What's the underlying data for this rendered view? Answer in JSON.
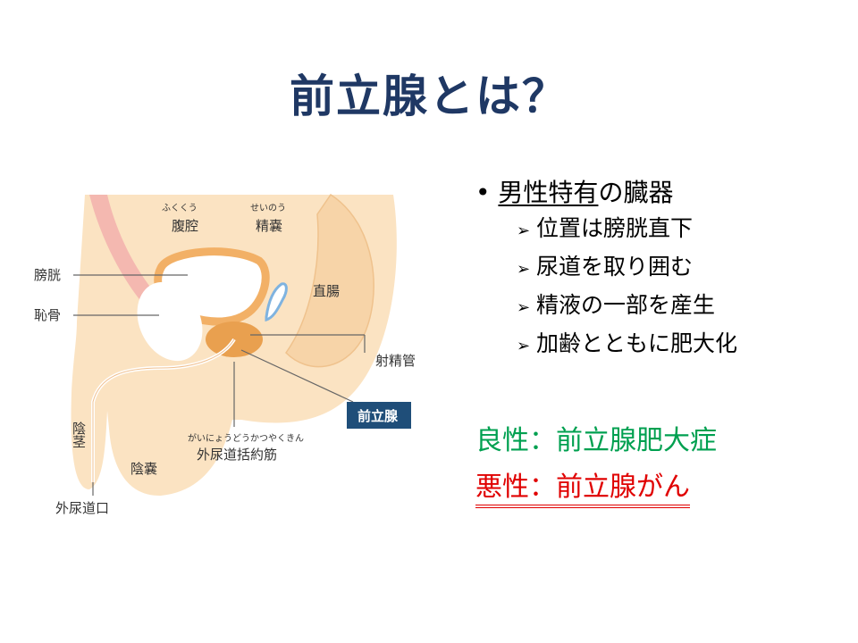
{
  "title": "前立腺とは？",
  "diagram": {
    "labels": {
      "fukuku_ruby": "ふくくう",
      "fukuku": "腹腔",
      "seino_ruby": "せいのう",
      "seino": "精嚢",
      "bokou": "膀胱",
      "chiko": "恥骨",
      "chokucho": "直腸",
      "shaseikan": "射精管",
      "zenritsusen": "前立腺",
      "inkei": "陰茎",
      "innou": "陰嚢",
      "gainyodo_ruby": "がいにょうどうかつやくきん",
      "gainyodo": "外尿道括約筋",
      "gainyodoko": "外尿道口"
    }
  },
  "bullets": {
    "main_underlined": "男性特有",
    "main_rest": "の臓器",
    "arrow": "➢",
    "items": [
      "位置は膀胱直下",
      "尿道を取り囲む",
      "精液の一部を産生",
      "加齢とともに肥大化"
    ]
  },
  "benign": "良性：前立腺肥大症",
  "malignant": "悪性：前立腺がん",
  "colors": {
    "title": "#1f3864",
    "benign": "#00a050",
    "malignant": "#e00000",
    "callout": "#1f4e79"
  }
}
